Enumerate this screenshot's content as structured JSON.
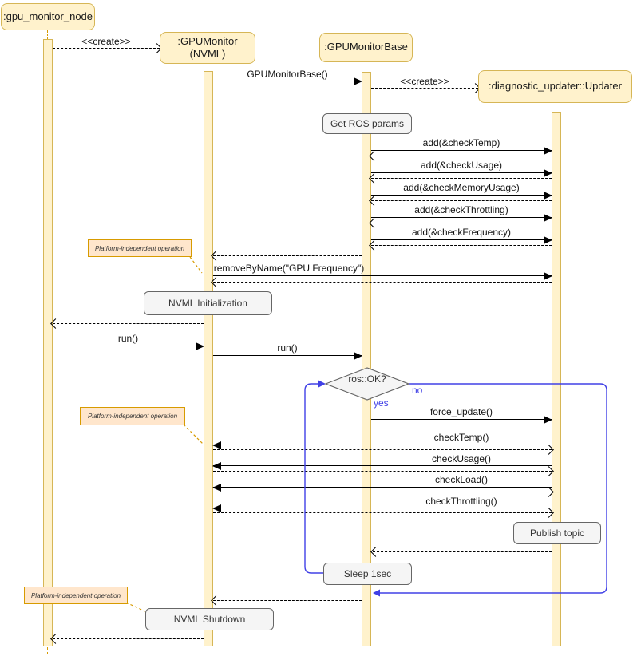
{
  "actors": [
    {
      "label": ":gpu_monitor_node"
    },
    {
      "label": ":GPUMonitor\n(NVML)"
    },
    {
      "label": ":GPUMonitorBase"
    },
    {
      "label": ":diagnostic_updater::Updater"
    }
  ],
  "messages": {
    "create1": "<<create>>",
    "gpumonitorbase_ctor": "GPUMonitorBase()",
    "create2": "<<create>>",
    "add_check_temp": "add(&checkTemp)",
    "add_check_usage": "add(&checkUsage)",
    "add_check_memory_usage": "add(&checkMemoryUsage)",
    "add_check_throttling": "add(&checkThrottling)",
    "add_check_frequency": "add(&checkFrequency)",
    "remove_by_name": "removeByName(\"GPU Frequency\")",
    "run_node": "run()",
    "run_monitor": "run()",
    "force_update": "force_update()",
    "check_temp": "checkTemp()",
    "check_usage": "checkUsage()",
    "check_load": "checkLoad()",
    "check_throttling": "checkThrottling()"
  },
  "activities": {
    "get_ros_params": "Get ROS params",
    "nvml_initialization": "NVML Initialization",
    "publish_topic": "Publish topic",
    "sleep_1sec": "Sleep 1sec",
    "nvml_shutdown": "NVML Shutdown"
  },
  "loop": {
    "condition": "ros::OK?",
    "yes_label": "yes",
    "no_label": "no"
  },
  "notes": {
    "platform_note_1": "Platform-independent operation",
    "platform_note_2": "Platform-independent operation",
    "platform_note_3": "Platform-independent operation"
  },
  "colors": {
    "actor_fill": "#FFF2CC",
    "actor_border": "#D6B656",
    "activity_fill": "#F5F5F5",
    "activity_border": "#666666",
    "note_fill": "#FFE6CC",
    "note_border": "#D79B00",
    "loop_blue": "#4040E6",
    "message_black": "#000000"
  }
}
